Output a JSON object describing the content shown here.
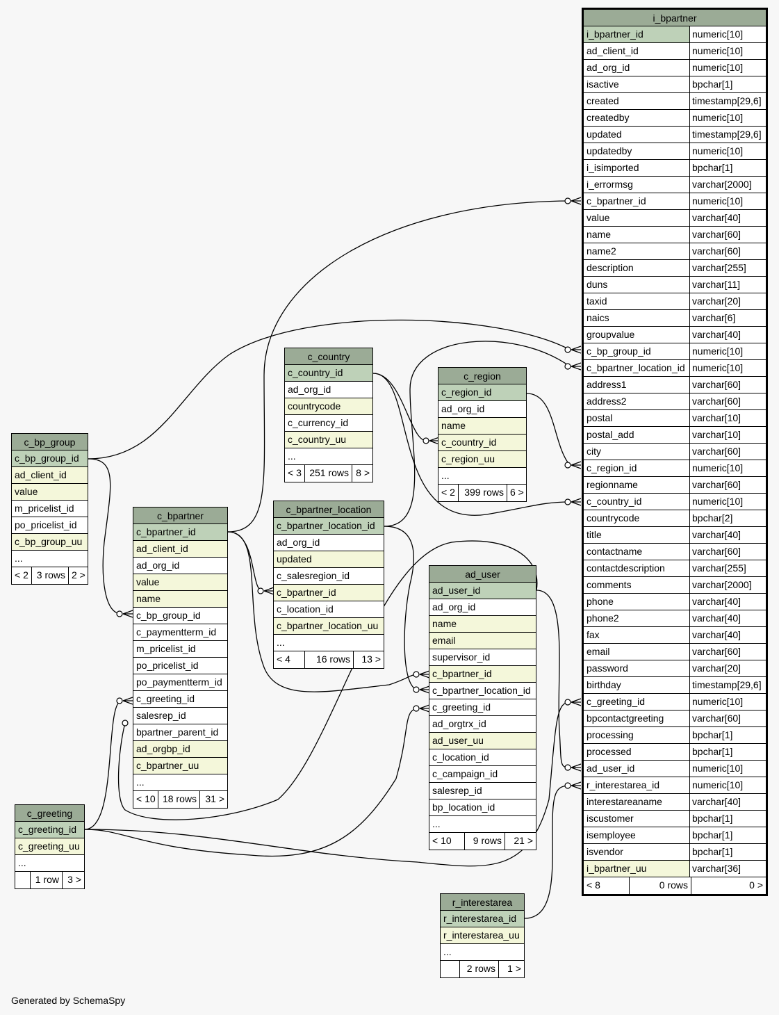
{
  "footer": "Generated by SchemaSpy",
  "colors": {
    "header": "#9bab96",
    "primary_key": "#bed1b8",
    "indexed": "#f4f7da",
    "background": "#f7f7f7"
  },
  "tables": {
    "i_bpartner": {
      "title": "i_bpartner",
      "columns": [
        {
          "name": "i_bpartner_id",
          "type": "numeric[10]",
          "kind": "pk"
        },
        {
          "name": "ad_client_id",
          "type": "numeric[10]",
          "kind": ""
        },
        {
          "name": "ad_org_id",
          "type": "numeric[10]",
          "kind": ""
        },
        {
          "name": "isactive",
          "type": "bpchar[1]",
          "kind": ""
        },
        {
          "name": "created",
          "type": "timestamp[29,6]",
          "kind": ""
        },
        {
          "name": "createdby",
          "type": "numeric[10]",
          "kind": ""
        },
        {
          "name": "updated",
          "type": "timestamp[29,6]",
          "kind": ""
        },
        {
          "name": "updatedby",
          "type": "numeric[10]",
          "kind": ""
        },
        {
          "name": "i_isimported",
          "type": "bpchar[1]",
          "kind": ""
        },
        {
          "name": "i_errormsg",
          "type": "varchar[2000]",
          "kind": ""
        },
        {
          "name": "c_bpartner_id",
          "type": "numeric[10]",
          "kind": ""
        },
        {
          "name": "value",
          "type": "varchar[40]",
          "kind": ""
        },
        {
          "name": "name",
          "type": "varchar[60]",
          "kind": ""
        },
        {
          "name": "name2",
          "type": "varchar[60]",
          "kind": ""
        },
        {
          "name": "description",
          "type": "varchar[255]",
          "kind": ""
        },
        {
          "name": "duns",
          "type": "varchar[11]",
          "kind": ""
        },
        {
          "name": "taxid",
          "type": "varchar[20]",
          "kind": ""
        },
        {
          "name": "naics",
          "type": "varchar[6]",
          "kind": ""
        },
        {
          "name": "groupvalue",
          "type": "varchar[40]",
          "kind": ""
        },
        {
          "name": "c_bp_group_id",
          "type": "numeric[10]",
          "kind": ""
        },
        {
          "name": "c_bpartner_location_id",
          "type": "numeric[10]",
          "kind": ""
        },
        {
          "name": "address1",
          "type": "varchar[60]",
          "kind": ""
        },
        {
          "name": "address2",
          "type": "varchar[60]",
          "kind": ""
        },
        {
          "name": "postal",
          "type": "varchar[10]",
          "kind": ""
        },
        {
          "name": "postal_add",
          "type": "varchar[10]",
          "kind": ""
        },
        {
          "name": "city",
          "type": "varchar[60]",
          "kind": ""
        },
        {
          "name": "c_region_id",
          "type": "numeric[10]",
          "kind": ""
        },
        {
          "name": "regionname",
          "type": "varchar[60]",
          "kind": ""
        },
        {
          "name": "c_country_id",
          "type": "numeric[10]",
          "kind": ""
        },
        {
          "name": "countrycode",
          "type": "bpchar[2]",
          "kind": ""
        },
        {
          "name": "title",
          "type": "varchar[40]",
          "kind": ""
        },
        {
          "name": "contactname",
          "type": "varchar[60]",
          "kind": ""
        },
        {
          "name": "contactdescription",
          "type": "varchar[255]",
          "kind": ""
        },
        {
          "name": "comments",
          "type": "varchar[2000]",
          "kind": ""
        },
        {
          "name": "phone",
          "type": "varchar[40]",
          "kind": ""
        },
        {
          "name": "phone2",
          "type": "varchar[40]",
          "kind": ""
        },
        {
          "name": "fax",
          "type": "varchar[40]",
          "kind": ""
        },
        {
          "name": "email",
          "type": "varchar[60]",
          "kind": ""
        },
        {
          "name": "password",
          "type": "varchar[20]",
          "kind": ""
        },
        {
          "name": "birthday",
          "type": "timestamp[29,6]",
          "kind": ""
        },
        {
          "name": "c_greeting_id",
          "type": "numeric[10]",
          "kind": ""
        },
        {
          "name": "bpcontactgreeting",
          "type": "varchar[60]",
          "kind": ""
        },
        {
          "name": "processing",
          "type": "bpchar[1]",
          "kind": ""
        },
        {
          "name": "processed",
          "type": "bpchar[1]",
          "kind": ""
        },
        {
          "name": "ad_user_id",
          "type": "numeric[10]",
          "kind": ""
        },
        {
          "name": "r_interestarea_id",
          "type": "numeric[10]",
          "kind": ""
        },
        {
          "name": "interestareaname",
          "type": "varchar[40]",
          "kind": ""
        },
        {
          "name": "iscustomer",
          "type": "bpchar[1]",
          "kind": ""
        },
        {
          "name": "isemployee",
          "type": "bpchar[1]",
          "kind": ""
        },
        {
          "name": "isvendor",
          "type": "bpchar[1]",
          "kind": ""
        },
        {
          "name": "i_bpartner_uu",
          "type": "varchar[36]",
          "kind": "idx"
        }
      ],
      "footer": [
        "< 8",
        "0 rows",
        "0 >"
      ]
    },
    "c_bp_group": {
      "title": "c_bp_group",
      "columns": [
        {
          "name": "c_bp_group_id",
          "kind": "pk"
        },
        {
          "name": "ad_client_id",
          "kind": "idx"
        },
        {
          "name": "value",
          "kind": "idx"
        },
        {
          "name": "m_pricelist_id",
          "kind": ""
        },
        {
          "name": "po_pricelist_id",
          "kind": ""
        },
        {
          "name": "c_bp_group_uu",
          "kind": "idx"
        },
        {
          "name": "...",
          "kind": ""
        }
      ],
      "footer": [
        "< 2",
        "3 rows",
        "2 >"
      ]
    },
    "c_bpartner": {
      "title": "c_bpartner",
      "columns": [
        {
          "name": "c_bpartner_id",
          "kind": "pk"
        },
        {
          "name": "ad_client_id",
          "kind": "idx"
        },
        {
          "name": "ad_org_id",
          "kind": ""
        },
        {
          "name": "value",
          "kind": "idx"
        },
        {
          "name": "name",
          "kind": "idx"
        },
        {
          "name": "c_bp_group_id",
          "kind": ""
        },
        {
          "name": "c_paymentterm_id",
          "kind": ""
        },
        {
          "name": "m_pricelist_id",
          "kind": ""
        },
        {
          "name": "po_pricelist_id",
          "kind": ""
        },
        {
          "name": "po_paymentterm_id",
          "kind": ""
        },
        {
          "name": "c_greeting_id",
          "kind": ""
        },
        {
          "name": "salesrep_id",
          "kind": ""
        },
        {
          "name": "bpartner_parent_id",
          "kind": ""
        },
        {
          "name": "ad_orgbp_id",
          "kind": "idx"
        },
        {
          "name": "c_bpartner_uu",
          "kind": "idx"
        },
        {
          "name": "...",
          "kind": ""
        }
      ],
      "footer": [
        "< 10",
        "18 rows",
        "31 >"
      ]
    },
    "c_country": {
      "title": "c_country",
      "columns": [
        {
          "name": "c_country_id",
          "kind": "pk"
        },
        {
          "name": "ad_org_id",
          "kind": ""
        },
        {
          "name": "countrycode",
          "kind": "idx"
        },
        {
          "name": "c_currency_id",
          "kind": ""
        },
        {
          "name": "c_country_uu",
          "kind": "idx"
        },
        {
          "name": "...",
          "kind": ""
        }
      ],
      "footer": [
        "< 3",
        "251 rows",
        "8 >"
      ]
    },
    "c_bpartner_location": {
      "title": "c_bpartner_location",
      "columns": [
        {
          "name": "c_bpartner_location_id",
          "kind": "pk"
        },
        {
          "name": "ad_org_id",
          "kind": ""
        },
        {
          "name": "updated",
          "kind": "idx"
        },
        {
          "name": "c_salesregion_id",
          "kind": ""
        },
        {
          "name": "c_bpartner_id",
          "kind": "idx"
        },
        {
          "name": "c_location_id",
          "kind": ""
        },
        {
          "name": "c_bpartner_location_uu",
          "kind": "idx"
        },
        {
          "name": "...",
          "kind": ""
        }
      ],
      "footer": [
        "< 4",
        "16 rows",
        "13 >"
      ]
    },
    "c_region": {
      "title": "c_region",
      "columns": [
        {
          "name": "c_region_id",
          "kind": "pk"
        },
        {
          "name": "ad_org_id",
          "kind": ""
        },
        {
          "name": "name",
          "kind": "idx"
        },
        {
          "name": "c_country_id",
          "kind": "idx"
        },
        {
          "name": "c_region_uu",
          "kind": "idx"
        },
        {
          "name": "...",
          "kind": ""
        }
      ],
      "footer": [
        "< 2",
        "399 rows",
        "6 >"
      ]
    },
    "ad_user": {
      "title": "ad_user",
      "columns": [
        {
          "name": "ad_user_id",
          "kind": "pk"
        },
        {
          "name": "ad_org_id",
          "kind": ""
        },
        {
          "name": "name",
          "kind": "idx"
        },
        {
          "name": "email",
          "kind": "idx"
        },
        {
          "name": "supervisor_id",
          "kind": ""
        },
        {
          "name": "c_bpartner_id",
          "kind": "idx"
        },
        {
          "name": "c_bpartner_location_id",
          "kind": ""
        },
        {
          "name": "c_greeting_id",
          "kind": ""
        },
        {
          "name": "ad_orgtrx_id",
          "kind": ""
        },
        {
          "name": "ad_user_uu",
          "kind": "idx"
        },
        {
          "name": "c_location_id",
          "kind": ""
        },
        {
          "name": "c_campaign_id",
          "kind": ""
        },
        {
          "name": "salesrep_id",
          "kind": ""
        },
        {
          "name": "bp_location_id",
          "kind": ""
        },
        {
          "name": "...",
          "kind": ""
        }
      ],
      "footer": [
        "< 10",
        "9 rows",
        "21 >"
      ]
    },
    "c_greeting": {
      "title": "c_greeting",
      "columns": [
        {
          "name": "c_greeting_id",
          "kind": "pk"
        },
        {
          "name": "c_greeting_uu",
          "kind": "idx"
        },
        {
          "name": "...",
          "kind": ""
        }
      ],
      "footer": [
        "",
        "1 row",
        "3 >"
      ]
    },
    "r_interestarea": {
      "title": "r_interestarea",
      "columns": [
        {
          "name": "r_interestarea_id",
          "kind": "pk"
        },
        {
          "name": "r_interestarea_uu",
          "kind": "idx"
        },
        {
          "name": "...",
          "kind": ""
        }
      ],
      "footer": [
        "",
        "2 rows",
        "1 >"
      ]
    }
  }
}
